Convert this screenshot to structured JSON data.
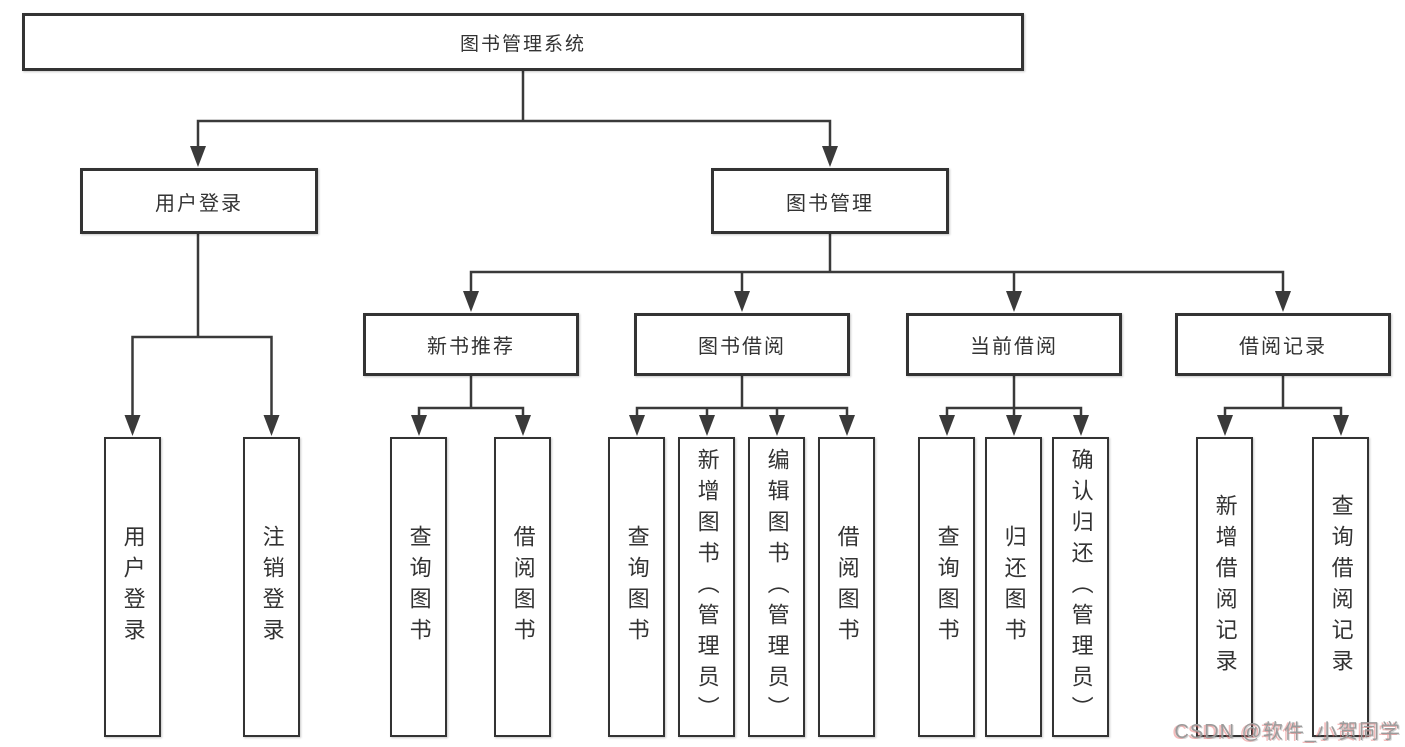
{
  "watermark": "CSDN @软件_小贺同学",
  "colors": {
    "background": "#ffffff",
    "line": "#3a3a3a",
    "box_border": "#333333",
    "text": "#333333",
    "watermark_gray": "#9b9b9b",
    "watermark_red": "#e76b6b"
  },
  "tree": {
    "label": "图书管理系统",
    "children": [
      {
        "label": "用户登录",
        "children": [
          {
            "label": "用户登录"
          },
          {
            "label": "注销登录"
          }
        ]
      },
      {
        "label": "图书管理",
        "children": [
          {
            "label": "新书推荐",
            "children": [
              {
                "label": "查询图书"
              },
              {
                "label": "借阅图书"
              }
            ]
          },
          {
            "label": "图书借阅",
            "children": [
              {
                "label": "查询图书"
              },
              {
                "label": "新增图书（管理员）"
              },
              {
                "label": "编辑图书（管理员）"
              },
              {
                "label": "借阅图书"
              }
            ]
          },
          {
            "label": "当前借阅",
            "children": [
              {
                "label": "查询图书"
              },
              {
                "label": "归还图书"
              },
              {
                "label": "确认归还（管理员）"
              }
            ]
          },
          {
            "label": "借阅记录",
            "children": [
              {
                "label": "新增借阅记录"
              },
              {
                "label": "查询借阅记录"
              }
            ]
          }
        ]
      }
    ]
  }
}
